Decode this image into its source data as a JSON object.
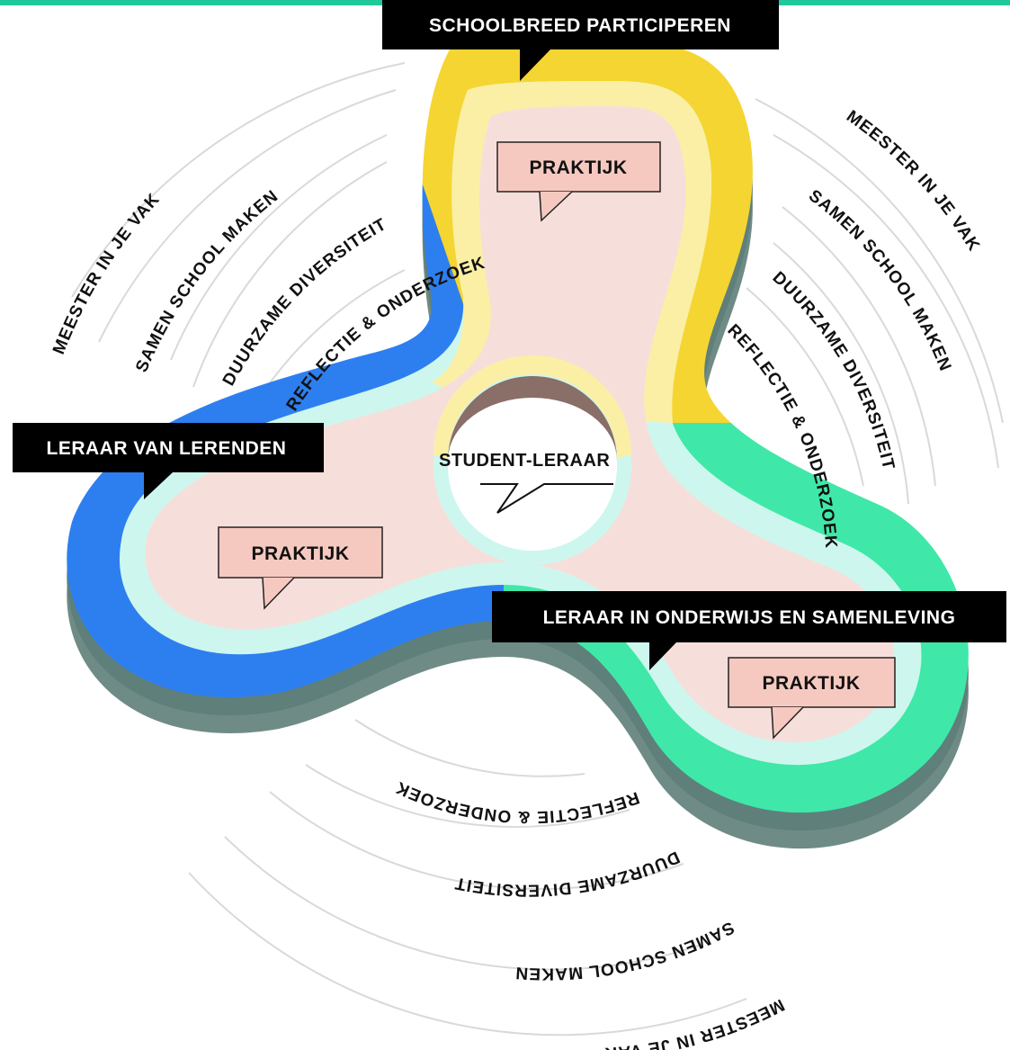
{
  "colors": {
    "top_border": "#1fc99a",
    "yellow": "#f5d531",
    "yellow_inner": "#fbefa6",
    "blue": "#2d7ff0",
    "green": "#3fe8a8",
    "pale_cyan": "#cdf7ee",
    "fill_pink": "#f6dfda",
    "shadow": "#6f8b86",
    "banner_bg": "#000000",
    "praktijk_bg": "#f6c9c0"
  },
  "banners": {
    "top": "SCHOOLBREED PARTICIPEREN",
    "left": "LERAAR VAN LERENDEN",
    "right": "LERAAR IN ONDERWIJS EN SAMENLEVING"
  },
  "praktijk": {
    "top": "PRAKTIJK",
    "left": "PRAKTIJK",
    "right": "PRAKTIJK"
  },
  "center": {
    "label": "STUDENT-LERAAR"
  },
  "arcs_left": {
    "a1": "MEESTER IN JE VAK",
    "a2": "SAMEN SCHOOL MAKEN",
    "a3": "DUURZAME DIVERSITEIT",
    "a4": "REFLECTIE & ONDERZOEK"
  },
  "arcs_right": {
    "a1": "MEESTER IN JE VAK",
    "a2": "SAMEN SCHOOL MAKEN",
    "a3": "DUURZAME DIVERSITEIT",
    "a4": "REFLECTIE & ONDERZOEK"
  },
  "arcs_bottom": {
    "a1": "MEESTER IN JE VAK",
    "a2": "SAMEN SCHOOL MAKEN",
    "a3": "DUURZAME DIVERSITEIT",
    "a4": "REFLECTIE & ONDERZOEK"
  }
}
